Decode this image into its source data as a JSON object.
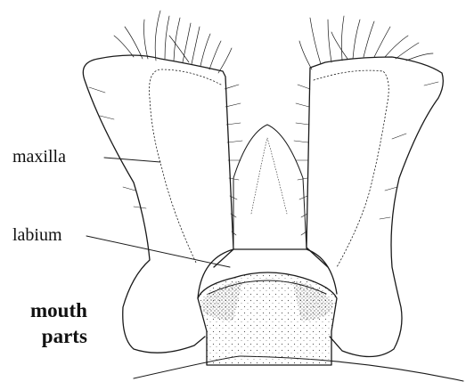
{
  "labels": {
    "maxilla": "maxilla",
    "labium": "labium",
    "title_line1": "mouth",
    "title_line2": "parts"
  },
  "colors": {
    "ink": "#1a1a1a",
    "background": "#ffffff"
  }
}
